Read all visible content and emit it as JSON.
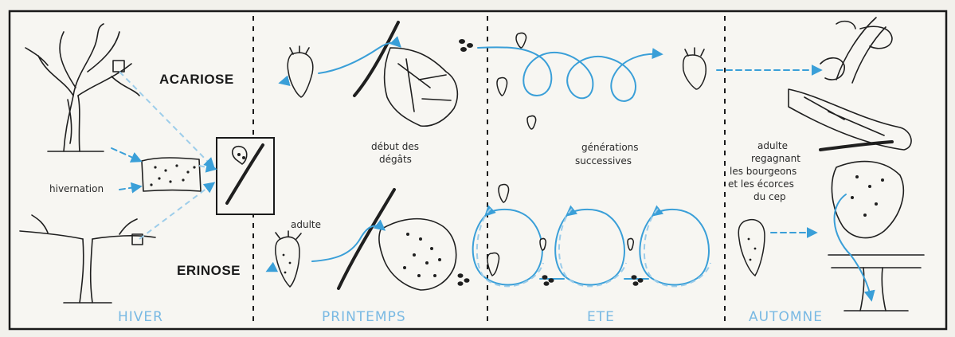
{
  "seasons": {
    "winter": "HIVER",
    "spring": "PRINTEMPS",
    "summer": "ETE",
    "autumn": "AUTOMNE"
  },
  "titles": {
    "acariose": "ACARIOSE",
    "erinose": "ERINOSE"
  },
  "notes": {
    "hivernation": "hivernation",
    "debut_1": "début des",
    "debut_2": "dégâts",
    "generations_1": "générations",
    "generations_2": "successives",
    "adulte": "adulte",
    "regagnant_1": "adulte",
    "regagnant_2": "regagnant",
    "regagnant_3": "les bourgeons",
    "regagnant_4": "et les écorces",
    "regagnant_5": "du cep"
  },
  "colors": {
    "accent_blue": "#3a9fd8",
    "season_blue": "#79b9e3",
    "ink": "#1f1f1f",
    "paper": "#f2f1ec"
  }
}
